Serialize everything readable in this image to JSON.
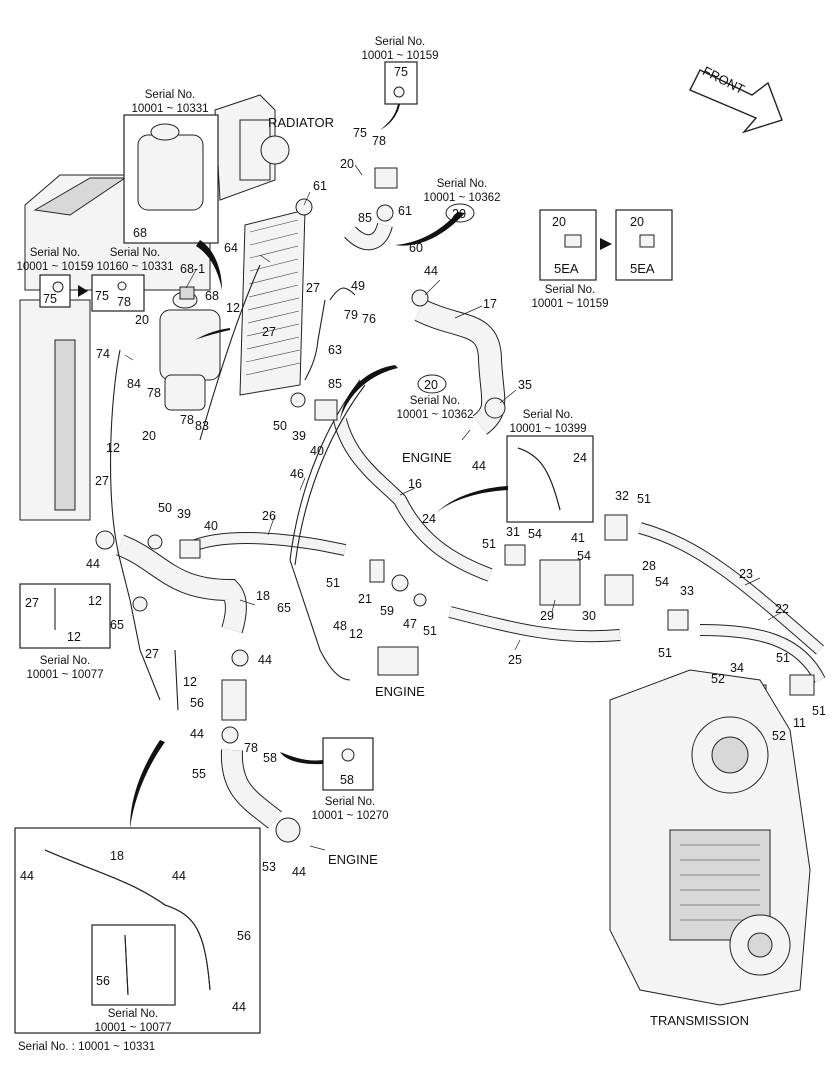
{
  "title_labels": {
    "front": "FRONT",
    "radiator": "RADIATOR",
    "transmission": "TRANSMISSION",
    "engine": "ENGINE",
    "serial_no": "Serial No.",
    "serial_no_colon": "Serial No. : 10001 ~ 10331"
  },
  "serial_ranges": {
    "r10159": "10001 ~ 10159",
    "r10331": "10001 ~ 10331",
    "r10362": "10001 ~ 10362",
    "r10399": "10001 ~ 10399",
    "r10160_10331": "10160 ~ 10331",
    "r10077": "10001 ~ 10077",
    "r10270": "10001 ~ 10270"
  },
  "kit_label": "5EA",
  "circled_ref": "20",
  "part_numbers": {
    "p11": "11",
    "p12": "12",
    "p16": "16",
    "p17": "17",
    "p18": "18",
    "p20": "20",
    "p21": "21",
    "p22": "22",
    "p23": "23",
    "p24": "24",
    "p25": "25",
    "p26": "26",
    "p27": "27",
    "p28": "28",
    "p29": "29",
    "p30": "30",
    "p31": "31",
    "p32": "32",
    "p33": "33",
    "p34": "34",
    "p35": "35",
    "p39": "39",
    "p40": "40",
    "p41": "41",
    "p44": "44",
    "p46": "46",
    "p47": "47",
    "p48": "48",
    "p49": "49",
    "p50": "50",
    "p51": "51",
    "p52": "52",
    "p53": "53",
    "p54": "54",
    "p55": "55",
    "p56": "56",
    "p58": "58",
    "p59": "59",
    "p60": "60",
    "p61": "61",
    "p63": "63",
    "p64": "64",
    "p65": "65",
    "p68": "68",
    "p68_1": "68-1",
    "p74": "74",
    "p75": "75",
    "p76": "76",
    "p78": "78",
    "p79": "79",
    "p83": "83",
    "p84": "84",
    "p85": "85"
  }
}
